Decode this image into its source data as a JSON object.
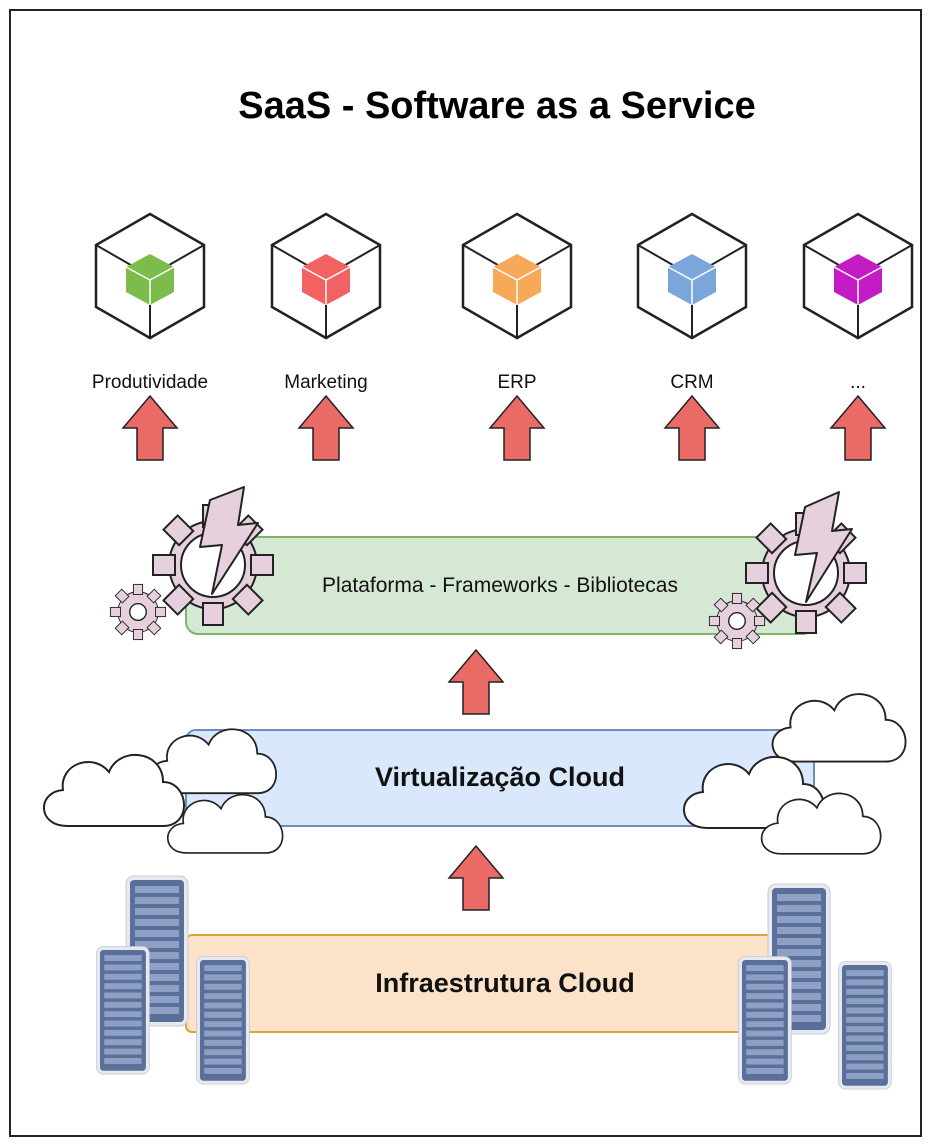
{
  "title": "SaaS - Software as a Service",
  "apps": [
    {
      "label": "Produtividade",
      "icon": "green-cube-icon",
      "color": "#7cbc4a"
    },
    {
      "label": "Marketing",
      "icon": "red-cube-icon",
      "color": "#f26262"
    },
    {
      "label": "ERP",
      "icon": "orange-cube-icon",
      "color": "#f7a95a"
    },
    {
      "label": "CRM",
      "icon": "blue-cube-icon",
      "color": "#7ba6dc"
    },
    {
      "label": "...",
      "icon": "magenta-cube-icon",
      "color": "#c41cc4"
    }
  ],
  "layers": {
    "platform": {
      "label": "Plataforma - Frameworks - Bibliotecas",
      "fill": "#d5e8d4",
      "stroke": "#82b366"
    },
    "virtualization": {
      "label": "Virtualização Cloud",
      "fill": "#dae8fc",
      "stroke": "#6c8ebf"
    },
    "infrastructure": {
      "label": "Infraestrutura Cloud",
      "fill": "#fbe2c9",
      "stroke": "#d6a53d"
    }
  },
  "colors": {
    "arrow_fill": "#ea6b66",
    "arrow_stroke": "#222222",
    "gear_fill": "#e6d0de",
    "server_fill": "#5a6f9a",
    "cloud_fill": "#ffffff"
  }
}
